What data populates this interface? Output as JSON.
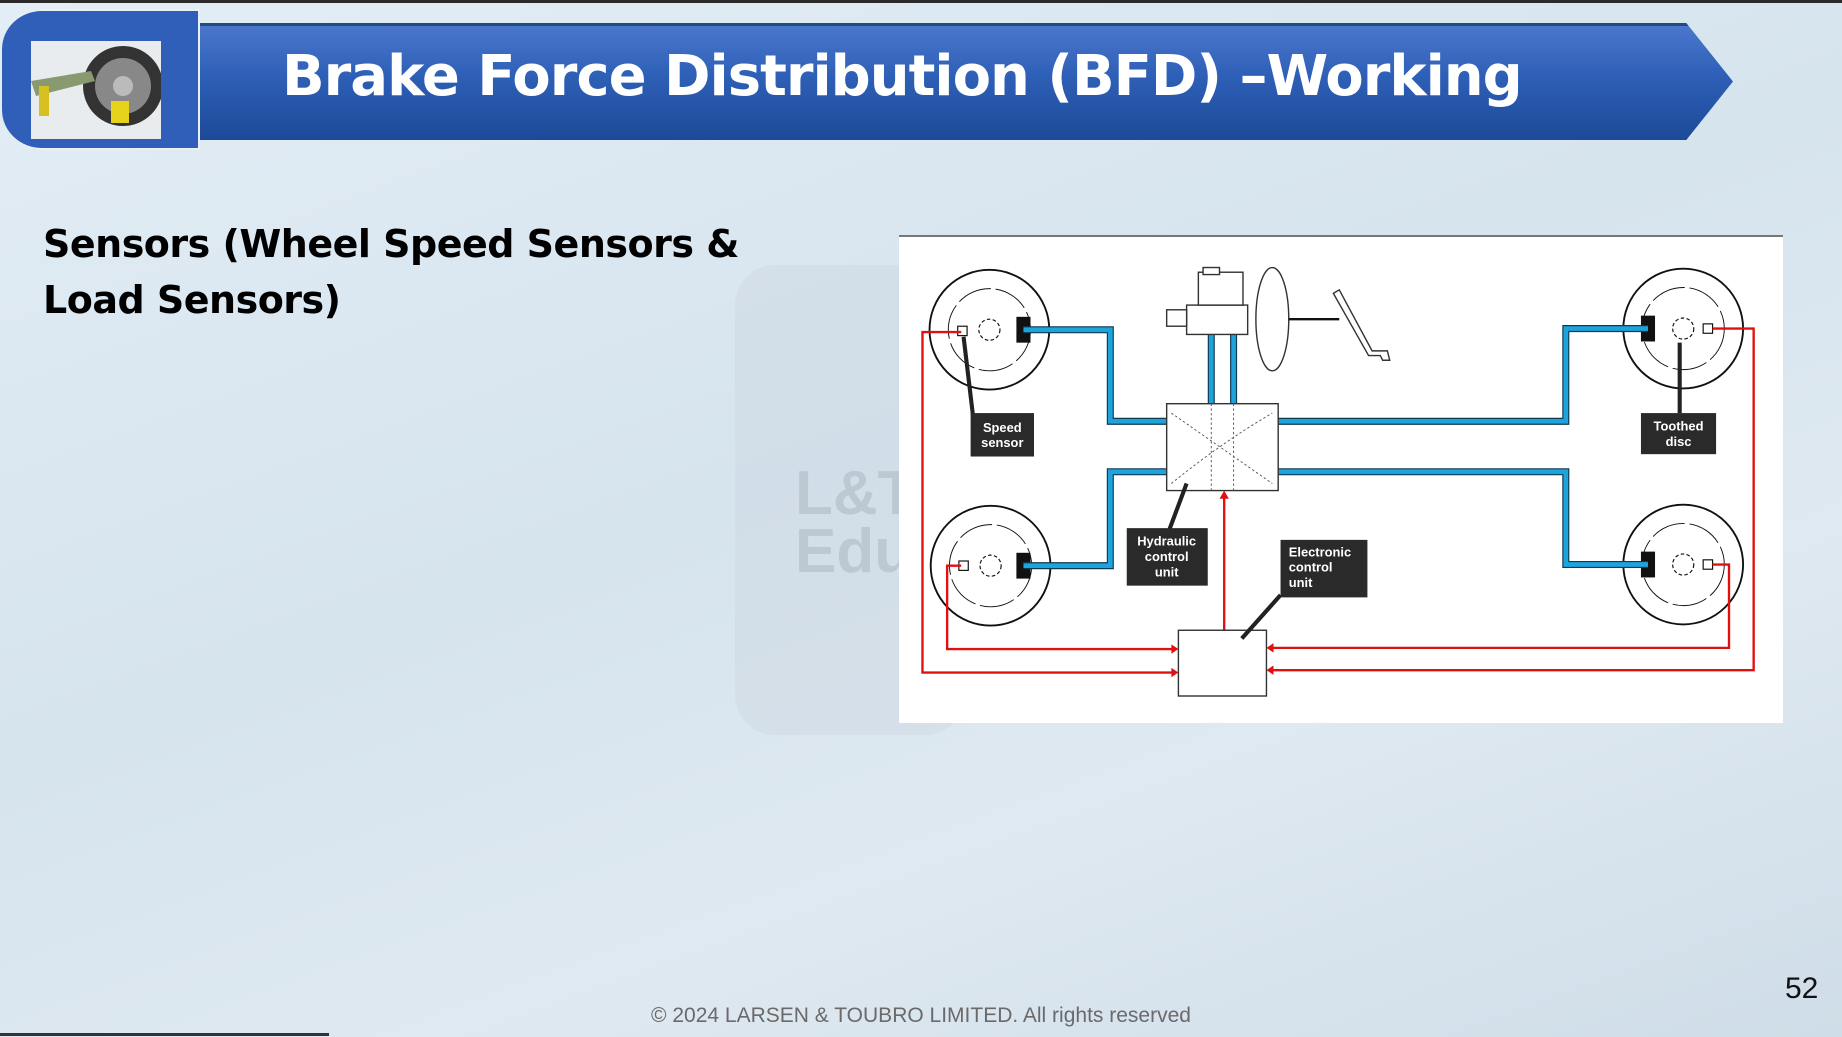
{
  "header": {
    "title": "Brake Force Distribution (BFD) –Working"
  },
  "body": {
    "heading": "Sensors (Wheel Speed Sensors & Load Sensors)"
  },
  "diagram": {
    "labels": {
      "speed_sensor": [
        "Speed",
        "sensor"
      ],
      "toothed_disc": [
        "Toothed",
        "disc"
      ],
      "hydraulic_control_unit": [
        "Hydraulic",
        "control",
        "unit"
      ],
      "electronic_control_unit": [
        "Electronic",
        "control",
        "unit"
      ]
    },
    "colors": {
      "hydraulic_line": "#1ea3dc",
      "signal_line": "#e01010"
    }
  },
  "watermark": [
    "L&T",
    "Edu"
  ],
  "footer": {
    "copyright": "© 2024 LARSEN & TOUBRO LIMITED. All rights reserved",
    "page_number": "52"
  }
}
